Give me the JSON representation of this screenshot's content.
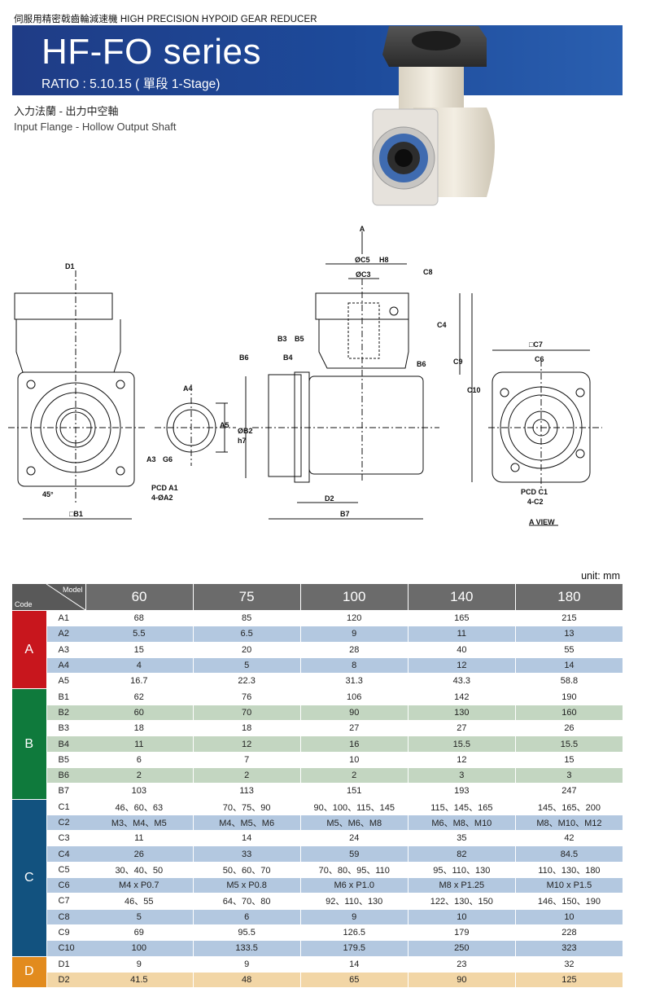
{
  "header": {
    "top_title": "伺服用精密戟齒輪減速機 HIGH PRECISION HYPOID GEAR REDUCER",
    "series": "HF-FO series",
    "ratio": "RATIO : 5.10.15 ( 單段 1-Stage)",
    "subtitle_cn": "入力法蘭 - 出力中空軸",
    "subtitle_en": "Input Flange - Hollow Output Shaft"
  },
  "drawing_labels": {
    "arrow_a": "A",
    "d1": "D1",
    "a4": "A4",
    "a3": "A3",
    "a3_tol": "G6",
    "a5": "A5",
    "angle": "45°",
    "b1": "□B1",
    "pcd_a1": "PCD A1",
    "a2": "4-ØA2",
    "c5": "ØC5",
    "c5_tol": "H8",
    "c3": "ØC3",
    "c8": "C8",
    "c4": "C4",
    "c9": "C9",
    "c10": "C10",
    "b3": "B3",
    "b5": "B5",
    "b6": "B6",
    "b4": "B4",
    "b6r": "B6",
    "b2": "ØB2",
    "b2_tol": "h7",
    "d2": "D2",
    "b7": "B7",
    "c7": "□C7",
    "c6": "C6",
    "pcd_c1": "PCD C1",
    "c2": "4-C2",
    "a_view": "A VIEW"
  },
  "table": {
    "unit": "unit: mm",
    "corner_model": "Model",
    "corner_code": "Code",
    "models": [
      "60",
      "75",
      "100",
      "140",
      "180"
    ],
    "groups": [
      {
        "label": "A",
        "color": "#c8161d",
        "rows": [
          {
            "code": "A1",
            "values": [
              "68",
              "85",
              "120",
              "165",
              "215"
            ]
          },
          {
            "code": "A2",
            "values": [
              "5.5",
              "6.5",
              "9",
              "11",
              "13"
            ]
          },
          {
            "code": "A3",
            "values": [
              "15",
              "20",
              "28",
              "40",
              "55"
            ]
          },
          {
            "code": "A4",
            "values": [
              "4",
              "5",
              "8",
              "12",
              "14"
            ]
          },
          {
            "code": "A5",
            "values": [
              "16.7",
              "22.3",
              "31.3",
              "43.3",
              "58.8"
            ]
          }
        ]
      },
      {
        "label": "B",
        "color": "#0f7a3c",
        "rows": [
          {
            "code": "B1",
            "values": [
              "62",
              "76",
              "106",
              "142",
              "190"
            ]
          },
          {
            "code": "B2",
            "values": [
              "60",
              "70",
              "90",
              "130",
              "160"
            ]
          },
          {
            "code": "B3",
            "values": [
              "18",
              "18",
              "27",
              "27",
              "26"
            ]
          },
          {
            "code": "B4",
            "values": [
              "11",
              "12",
              "16",
              "15.5",
              "15.5"
            ]
          },
          {
            "code": "B5",
            "values": [
              "6",
              "7",
              "10",
              "12",
              "15"
            ]
          },
          {
            "code": "B6",
            "values": [
              "2",
              "2",
              "2",
              "3",
              "3"
            ]
          },
          {
            "code": "B7",
            "values": [
              "103",
              "113",
              "151",
              "193",
              "247"
            ]
          }
        ]
      },
      {
        "label": "C",
        "color": "#12527f",
        "rows": [
          {
            "code": "C1",
            "values": [
              "46、60、63",
              "70、75、90",
              "90、100、115、145",
              "115、145、165",
              "145、165、200"
            ]
          },
          {
            "code": "C2",
            "values": [
              "M3、M4、M5",
              "M4、M5、M6",
              "M5、M6、M8",
              "M6、M8、M10",
              "M8、M10、M12"
            ]
          },
          {
            "code": "C3",
            "values": [
              "11",
              "14",
              "24",
              "35",
              "42"
            ]
          },
          {
            "code": "C4",
            "values": [
              "26",
              "33",
              "59",
              "82",
              "84.5"
            ]
          },
          {
            "code": "C5",
            "values": [
              "30、40、50",
              "50、60、70",
              "70、80、95、110",
              "95、110、130",
              "110、130、180"
            ]
          },
          {
            "code": "C6",
            "values": [
              "M4 x P0.7",
              "M5 x P0.8",
              "M6 x P1.0",
              "M8 x P1.25",
              "M10 x P1.5"
            ]
          },
          {
            "code": "C7",
            "values": [
              "46、55",
              "64、70、80",
              "92、110、130",
              "122、130、150",
              "146、150、190"
            ]
          },
          {
            "code": "C8",
            "values": [
              "5",
              "6",
              "9",
              "10",
              "10"
            ]
          },
          {
            "code": "C9",
            "values": [
              "69",
              "95.5",
              "126.5",
              "179",
              "228"
            ]
          },
          {
            "code": "C10",
            "values": [
              "100",
              "133.5",
              "179.5",
              "250",
              "323"
            ]
          }
        ]
      },
      {
        "label": "D",
        "color": "#e28b1e",
        "rows": [
          {
            "code": "D1",
            "values": [
              "9",
              "9",
              "14",
              "23",
              "32"
            ]
          },
          {
            "code": "D2",
            "values": [
              "41.5",
              "48",
              "65",
              "90",
              "125"
            ]
          }
        ]
      }
    ]
  }
}
